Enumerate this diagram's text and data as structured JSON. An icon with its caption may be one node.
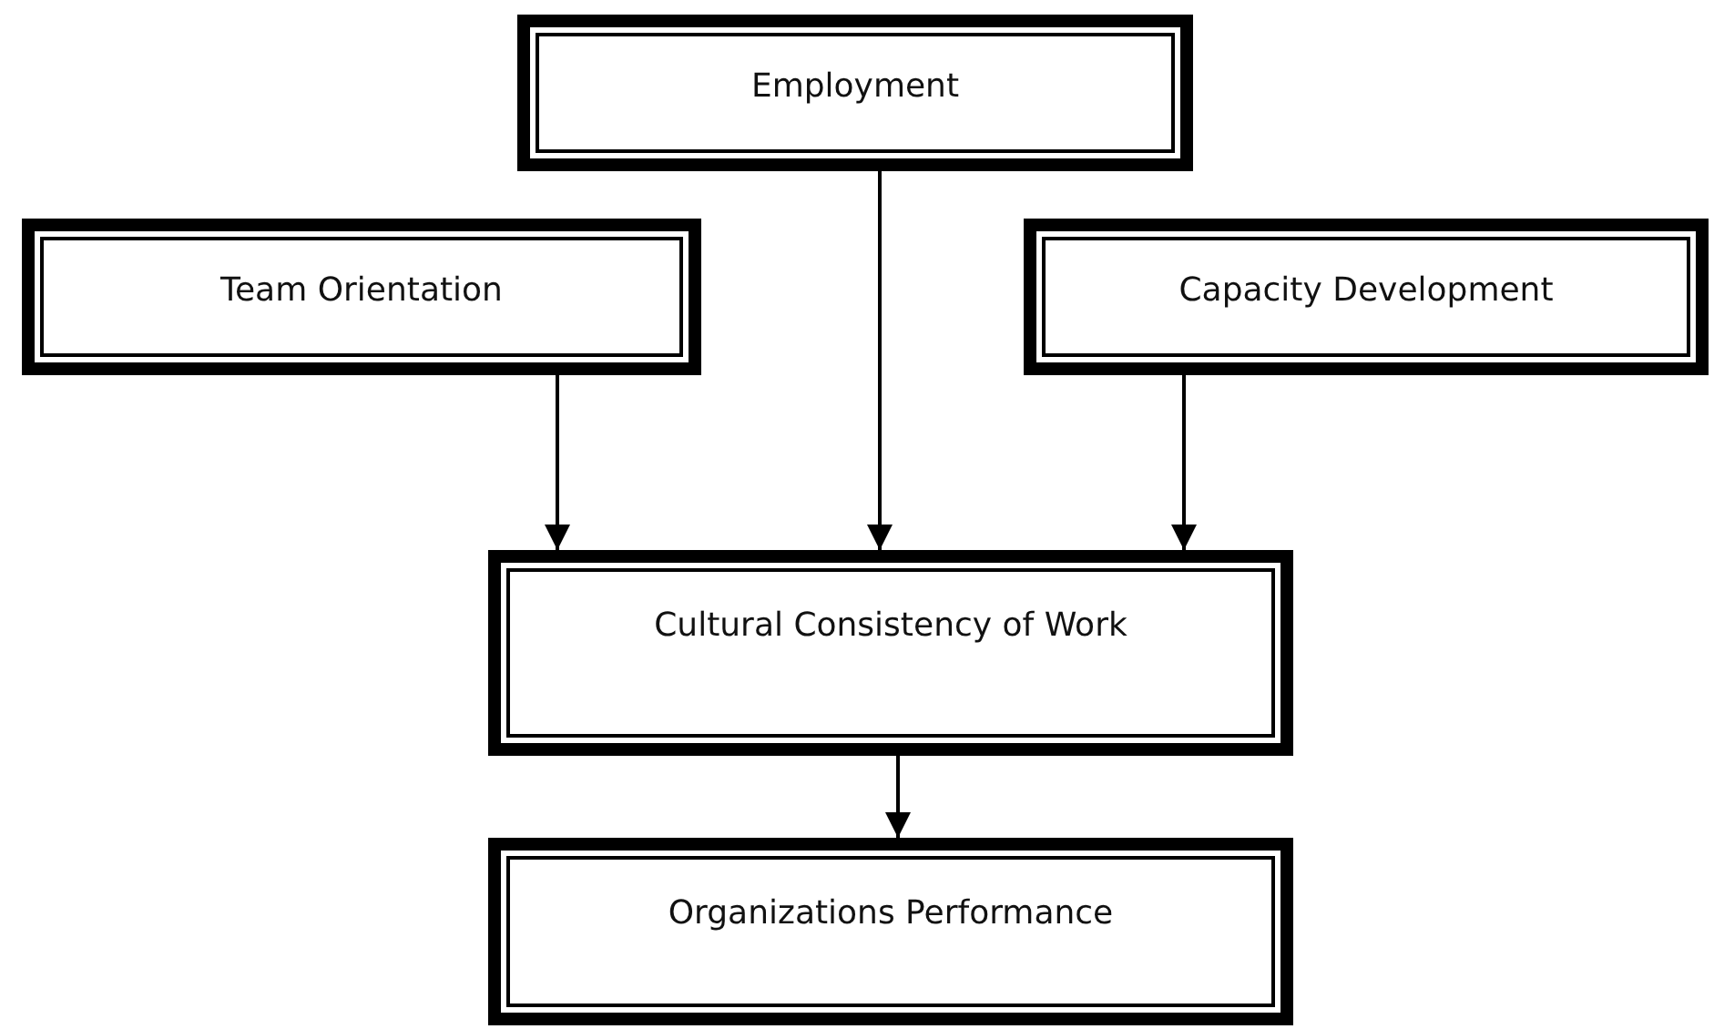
{
  "diagram": {
    "nodes": [
      {
        "text": [
          "Employment"
        ]
      },
      {
        "text": [
          "Team Orientation"
        ]
      },
      {
        "text": [
          "Capacity Development"
        ]
      },
      {
        "text": [
          "Cultural Consistency of Work"
        ]
      },
      {
        "text": [
          "Organizations Performance"
        ]
      }
    ],
    "edges": [
      {
        "from": 1,
        "to": 3,
        "arrow": "to"
      },
      {
        "from": 0,
        "to": 3,
        "arrow": "to"
      },
      {
        "from": 2,
        "to": 3,
        "arrow": "to"
      },
      {
        "from": 3,
        "to": 4,
        "arrow": "to"
      }
    ]
  }
}
